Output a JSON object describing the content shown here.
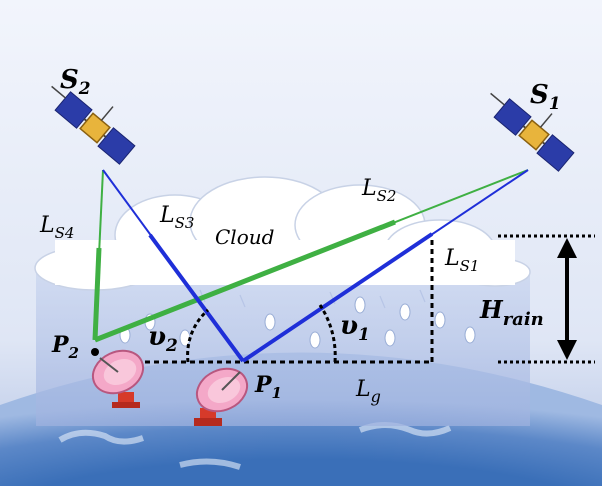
{
  "labels": {
    "satellite_2": "S",
    "satellite_2_sub": "2",
    "satellite_1": "S",
    "satellite_1_sub": "1",
    "path_s4": "L",
    "path_s4_sub": "S4",
    "path_s3": "L",
    "path_s3_sub": "S3",
    "path_s2": "L",
    "path_s2_sub": "S2",
    "path_s1": "L",
    "path_s1_sub": "S1",
    "cloud": "Cloud",
    "rain_height": "H",
    "rain_height_sub": "rain",
    "ground_path": "L",
    "ground_path_sub": "g",
    "station_1": "P",
    "station_1_sub": "1",
    "station_2": "P",
    "station_2_sub": "2",
    "angle_1": "υ",
    "angle_1_sub": "1",
    "angle_2": "υ",
    "angle_2_sub": "2"
  },
  "colors": {
    "sky_top": "#eef3fb",
    "sky_bottom": "#b9c8e6",
    "rain_band": "#a9bce3",
    "cloud_fill": "#ffffff",
    "blue_link": "#1f2fd8",
    "green_link": "#3caa3c",
    "dish": "#f4a8c8",
    "dish_stand": "#d63a2a",
    "satellite_body": "#e8b43c",
    "satellite_panel": "#2b3ca8",
    "earth": "#2f5fa8"
  }
}
